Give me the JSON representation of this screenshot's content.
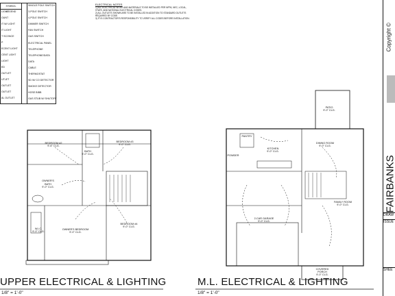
{
  "legend": {
    "header": "SYMBOL LEGEND",
    "left": [
      "LIGHT",
      "OUNT",
      "IT W/ LIGHT",
      "IT LIGHT",
      "T SCONCE",
      "P",
      "ECENT LIGHT",
      "CENT LIGHT",
      "LIGHT",
      "ED",
      "OUTLET",
      "UTLET",
      "OUTLET",
      "OUTLET",
      "AL OUTLET"
    ],
    "right": [
      "SINGLE POLE SWITCH",
      "3-POLE SWITCH",
      "4-POLE SWITCH",
      "DIMMER SWITCH",
      "FAN SWITCH",
      "GAS SWITCH",
      "ELECTRICAL PANEL",
      "TELEPHONE",
      "TELEPHONE/DATA",
      "DATA",
      "CABLE",
      "THERMOSTAT",
      "SD W/ CO DETECTOR",
      "SMOKE DETECTOR",
      "HOSE BIBB",
      "GAS STUB W/ SHUTOFF"
    ]
  },
  "notes": {
    "title": "ELECTRICAL NOTES",
    "lines": [
      "1) ALL ELECTRICAL WORK AND MATERIALS TO BE INSTALLED PER NFPA, NEC, LOCAL,",
      "   STATE, AND NATIONAL ELECTRICAL CODES.",
      "2) ALL OUTLETS SHOWN ARE TO BE INSTALLED IN ADDITION TO STANDARD OUTLETS",
      "   REQUIRED BY CODE.",
      "3) IT IS CONTRACTOR'S RESPONSIBILITY TO VERIFY ALL CODES BEFORE INSTALLATION."
    ]
  },
  "upper": {
    "caption": "UPPER ELECTRICAL & LIGHTING",
    "scale": "1/8\" = 1'-0\"",
    "rooms": {
      "bedroom2": "BEDROOM #2",
      "bedroom2_dim": "9'-6\" CLG.",
      "bedroom3": "BEDROOM #3",
      "bedroom3_dim": "9'-0\" CLG.",
      "bath": "BATH",
      "bath_dim": "9'-0\" CLG.",
      "owners_bath": "OWNER'S",
      "owners_bath2": "BATH",
      "owners_bath_dim": "9'-0\" CLG.",
      "wic": "W.I.C.",
      "wic_dim": "9'-0\" CLG.",
      "owners_bedroom": "OWNER'S BEDROOM",
      "owners_bedroom_dim": "9'-0\" CLG.",
      "bedroom4": "BEDROOM #4",
      "bedroom4_dim": "9'-0\" CLG."
    }
  },
  "main": {
    "caption": "M.L. ELECTRICAL & LIGHTING",
    "scale": "1/8\" = 1'-0\"",
    "rooms": {
      "patio": "PATIO",
      "patio_dim": "9'-0\" CLG.",
      "pantry": "PANTRY",
      "kitchen": "KITCHEN",
      "kitchen_dim": "9'-0\" CLG.",
      "dining": "DINING ROOM",
      "dining_dim": "9'-0\" CLG.",
      "powder": "POWDER",
      "family": "FAMILY ROOM",
      "family_dim": "9'-0\" CLG.",
      "garage": "2-CAR GARAGE",
      "garage_dim": "9'-0\" CLG.",
      "porch": "COVERED",
      "porch2": "PORCH",
      "porch_dim": "9'-0\" CLG."
    }
  },
  "titleblock": {
    "copyright": "Copyright ©",
    "name": "FAIRBANKS",
    "drawn": "DRAW",
    "issue": "ISSUE",
    "sheet": "SHEE"
  }
}
